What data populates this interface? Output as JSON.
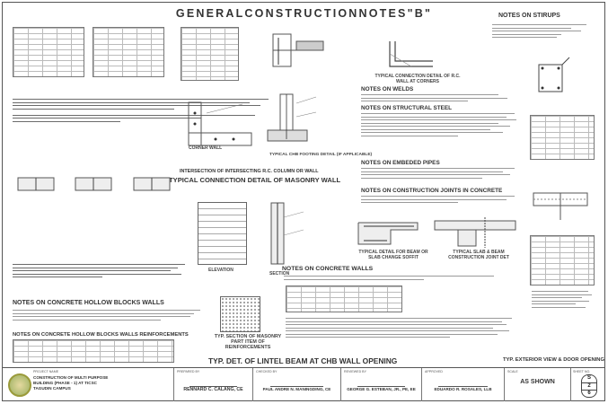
{
  "sheet_title": "GENERALCONSTRUCTIONNOTES\"B\"",
  "headings": {
    "stirrups": "NOTES ON STIRUPS",
    "welds": "NOTES ON WELDS",
    "structural_steel": "NOTES ON STRUCTURAL STEEL",
    "embedded_pipes": "NOTES ON EMBEDED PIPES",
    "construction_joints": "NOTES ON CONSTRUCTION JOINTS IN CONCRETE",
    "concrete_walls": "NOTES ON CONCRETE WALLS",
    "chb_walls": "NOTES ON CONCRETE HOLLOW BLOCKS WALLS",
    "chb_reinforcement": "NOTES ON CONCRETE HOLLOW BLOCKS WALLS REINFORCEMENTS"
  },
  "captions": {
    "connection_corners": "TYPICAL CONNECTION DETAIL OF R.C. WALL AT CORNERS",
    "corner_wall": "CORNER WALL",
    "chb_footing": "TYPICAL CHB FOOTING DETAIL (IF APPLICABLE)",
    "masonry_wall": "TYPICAL CONNECTION DETAIL OF MASONRY WALL",
    "intersection": "INTERSECTION OF INTERSECTING R.C. COLUMN OR WALL",
    "elevation": "ELEVATION",
    "section": "SECTION",
    "slab_change": "TYPICAL DETAIL FOR BEAM OR SLAB CHANGE SOFFIT",
    "slab_beam_joint": "TYPICAL SLAB & BEAM CONSTRUCTION JOINT DET",
    "masonry_section": "TYP. SECTION OF MASONRY PART ITEM OF REINFORCEMENTS",
    "lintel": "TYP. DET. OF LINTEL BEAM AT CHB WALL OPENING",
    "exterior": "TYP. EXTERIOR VIEW & DOOR OPENING"
  },
  "title_block": {
    "project_label": "PROJECT NAME",
    "project_lines": [
      "CONSTRUCTION OF MULTI PURPOSE",
      "BUILDING (PHASE - 1) AT TICSC",
      "TAGUDIN CAMPUS"
    ],
    "prepared_label": "PREPARED BY",
    "prepared_name": "RENNARD C. CALANG, CE",
    "checked_label": "CHECKED BY",
    "checked_name": "PAUL ANDRE N. MANINGDING, CE",
    "reviewed_label": "REVIEWED BY",
    "reviewed_name": "GEORGE G. ESTEBAN, JR., PE, EE",
    "approved_label": "APPROVED",
    "approved_name": "EDUARDO R. ROSALES, LLB",
    "scale_label": "SCALE",
    "scale": "AS SHOWN",
    "sheet_label": "SHEET NO.",
    "sheet_no": "S",
    "sheet_of": "2",
    "sheet_total": "6"
  }
}
